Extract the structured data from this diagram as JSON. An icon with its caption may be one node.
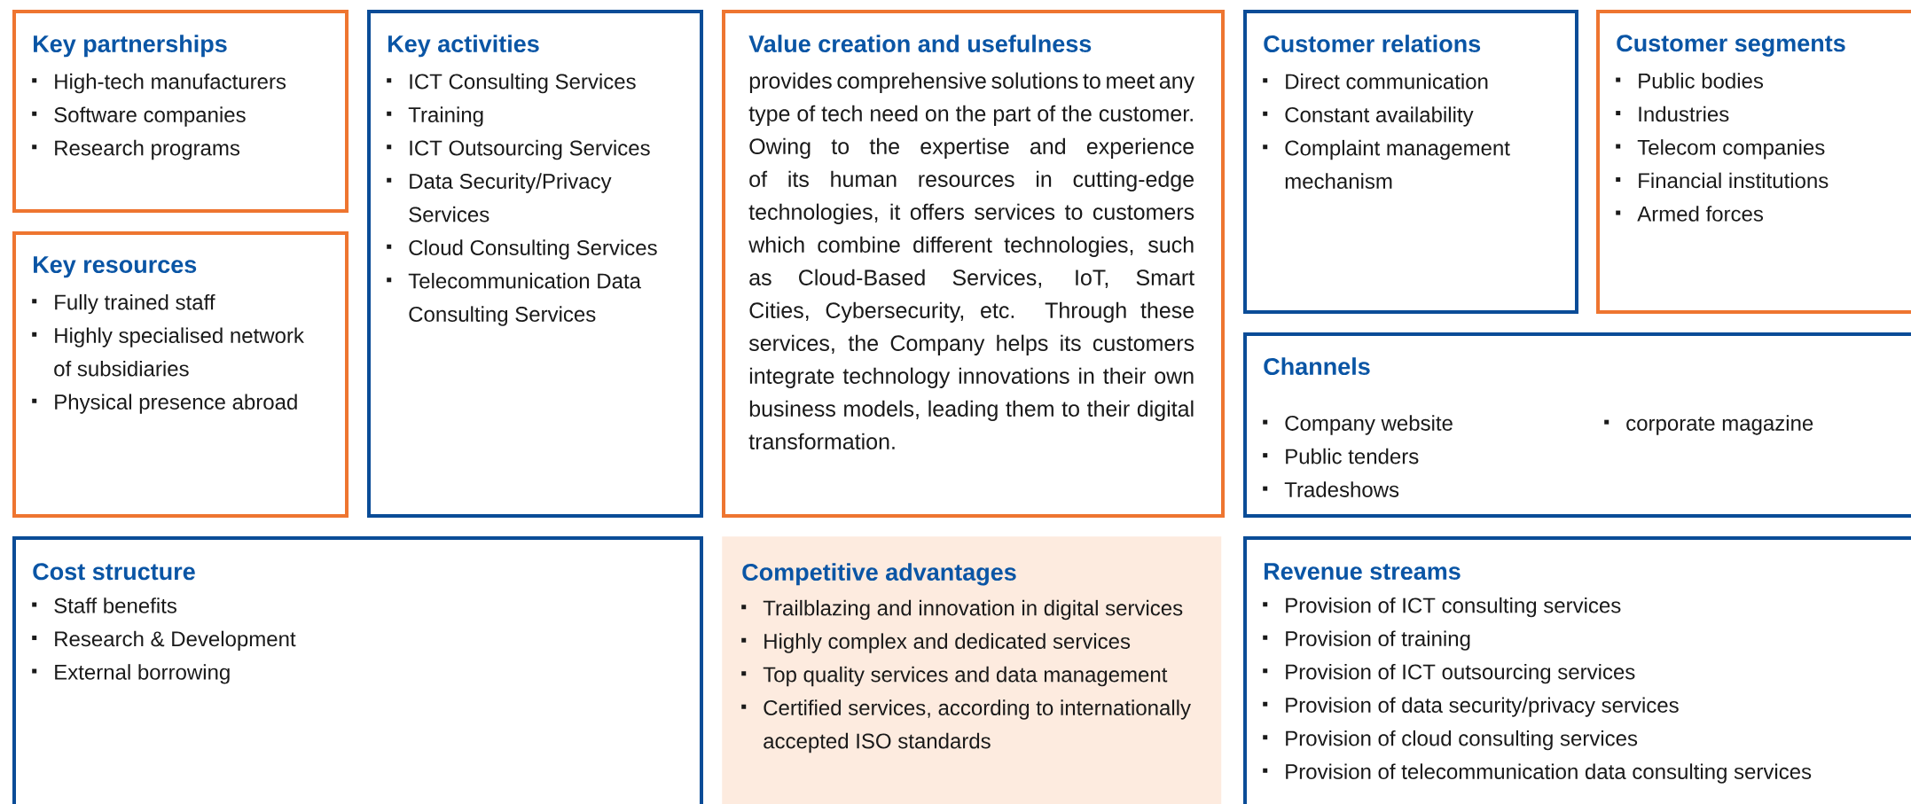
{
  "diagram": {
    "nodes": [
      {
        "text": [
          "Key partnerships",
          "High-tech manufacturers",
          "Software companies",
          "Research programs"
        ]
      },
      {
        "text": [
          "Key activities",
          "ICT Consulting Services",
          "Training",
          "ICT Outsourcing Services",
          "Data Security/Privacy Services",
          "Cloud Consulting Services",
          "Telecommunication Data Consulting Services"
        ]
      },
      {
        "text": [
          "Value creation and usefulness",
          "provides comprehensive solutions to meet any type of tech need on the part of the customer. Owing to the expertise and experience of its human resources in cutting-edge technologies, it offers services to customers which combine different technologies, such as Cloud-Based Services, IoT, Smart Cities, Cybersecurity, etc. Through these services, the Company helps its customers integrate technology innovations in their own business models, leading them to their digital transformation."
        ]
      },
      {
        "text": [
          "Customer relations",
          "Direct communication",
          "Constant availability",
          "Complaint management mechanism"
        ]
      },
      {
        "text": [
          "Customer segments",
          "Public bodies",
          "Industries",
          "Telecom companies",
          "Financial institutions",
          "Armed forces"
        ]
      },
      {
        "text": [
          "Key resources",
          "Fully trained staff",
          "Highly specialised network of subsidiaries",
          "Physical presence abroad"
        ]
      },
      {
        "text": [
          "Channels",
          "Company website",
          "Public tenders",
          "Tradeshows",
          "corporate magazine"
        ]
      },
      {
        "text": [
          "Cost structure",
          "Staff benefits",
          "Research & Development",
          "External borrowing"
        ]
      },
      {
        "text": [
          "Competitive advantages",
          "Trailblazing and innovation in digital services",
          "Highly complex and dedicated services",
          "Top quality services and data management",
          "Certified services, according to internationally accepted ISO standards"
        ]
      },
      {
        "text": [
          "Revenue streams",
          "Provision of ICT consulting services",
          "Provision of training",
          "Provision of ICT outsourcing services",
          "Provision of data security/privacy services",
          "Provision of cloud consulting services",
          "Provision of telecommunication data consulting services"
        ]
      }
    ]
  }
}
